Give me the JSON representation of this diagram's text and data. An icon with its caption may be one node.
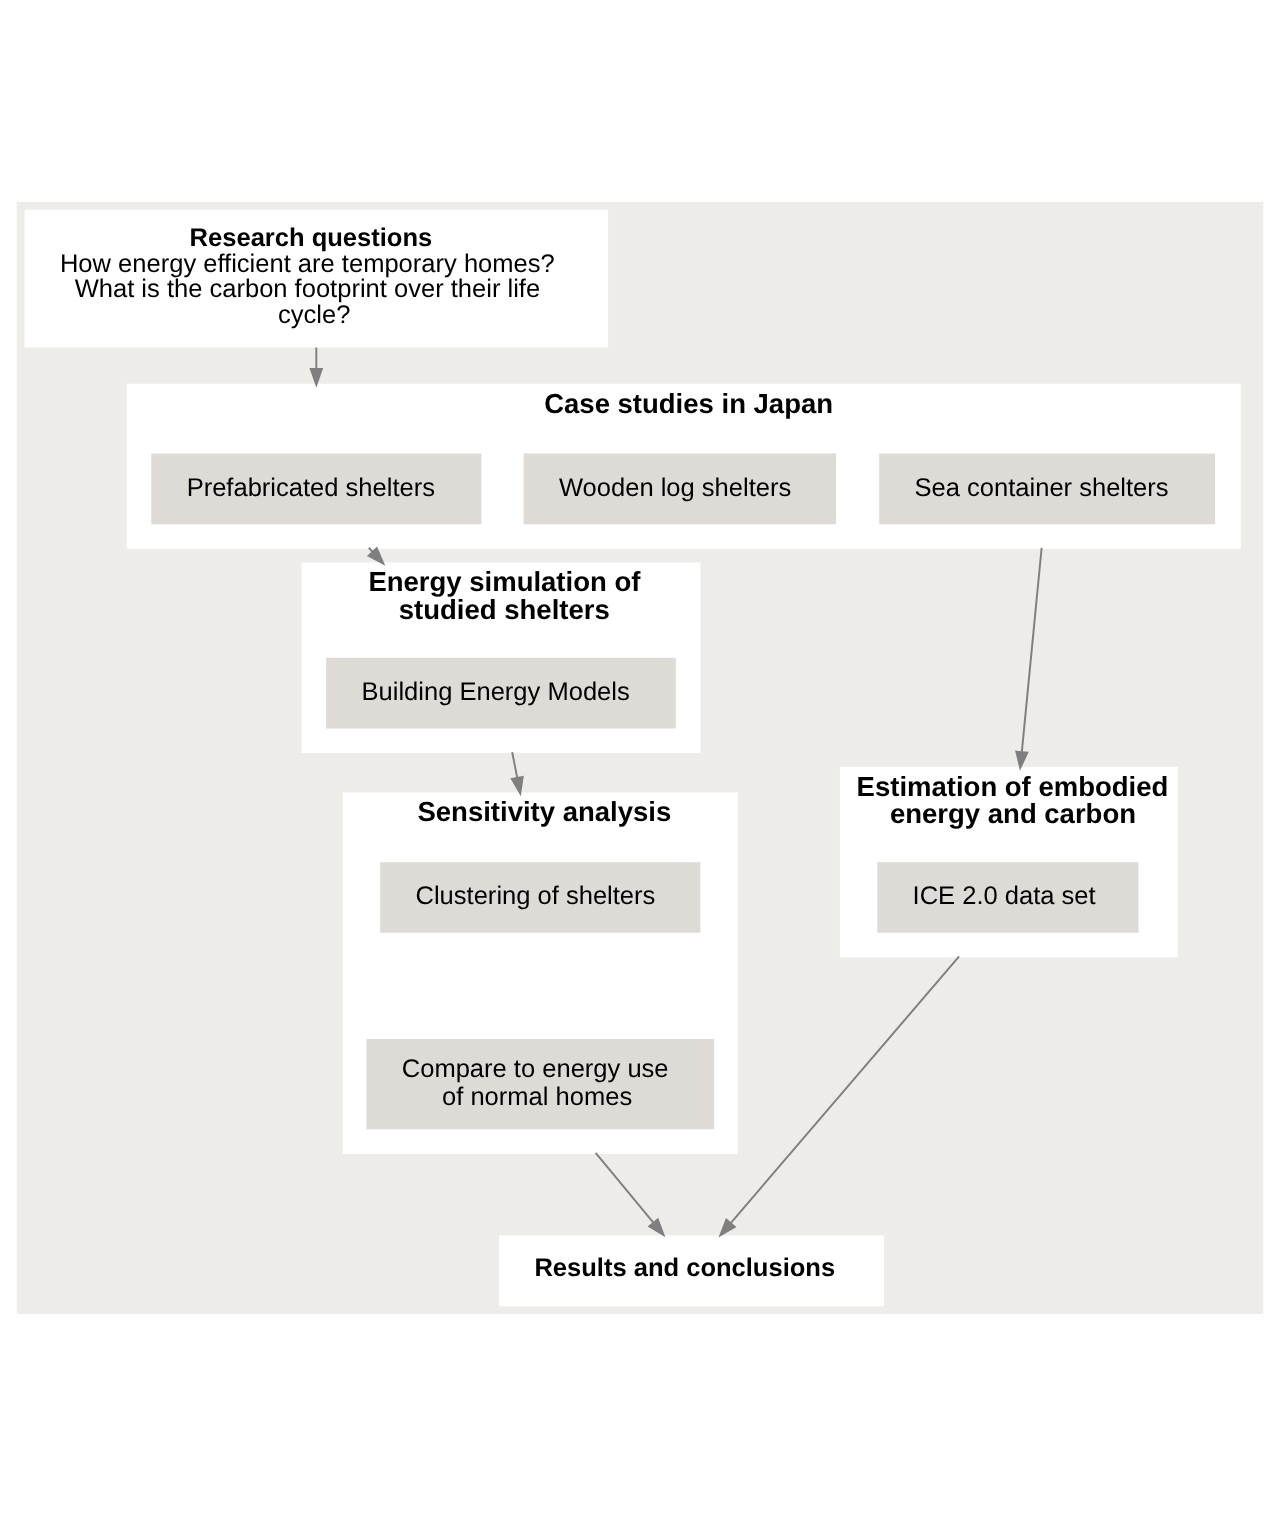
{
  "diagram": {
    "nodes": [
      {
        "text": [
          "Research questions",
          "How energy efficient are temporary homes? What is the carbon footprint over their life cycle?"
        ]
      },
      {
        "text": [
          "Case studies in Japan"
        ]
      },
      {
        "text": [
          "Prefabricated shelters"
        ],
        "in": 1
      },
      {
        "text": [
          "Wooden log shelters"
        ],
        "in": 1
      },
      {
        "text": [
          "Sea container shelters"
        ],
        "in": 1
      },
      {
        "text": [
          "Energy simulation of studied shelters"
        ]
      },
      {
        "text": [
          "Building Energy Models"
        ],
        "in": 5
      },
      {
        "text": [
          "Estimation of embodied energy and carbon"
        ]
      },
      {
        "text": [
          "ICE 2.0 data set"
        ],
        "in": 7
      },
      {
        "text": [
          "Sensitivity analysis"
        ]
      },
      {
        "text": [
          "Clustering of shelters"
        ],
        "in": 9
      },
      {
        "text": [
          "Compare to energy use of normal homes"
        ],
        "in": 9
      },
      {
        "text": [
          "Results and conclusions"
        ]
      }
    ],
    "edges": [
      {
        "from": 0,
        "to": 1,
        "arrow": "to"
      },
      {
        "from": 1,
        "to": 5,
        "arrow": "to"
      },
      {
        "from": 1,
        "to": 7,
        "arrow": "to"
      },
      {
        "from": 5,
        "to": 9,
        "arrow": "to"
      },
      {
        "from": 7,
        "to": 12,
        "arrow": "to"
      },
      {
        "from": 9,
        "to": 12,
        "arrow": "to"
      }
    ]
  }
}
